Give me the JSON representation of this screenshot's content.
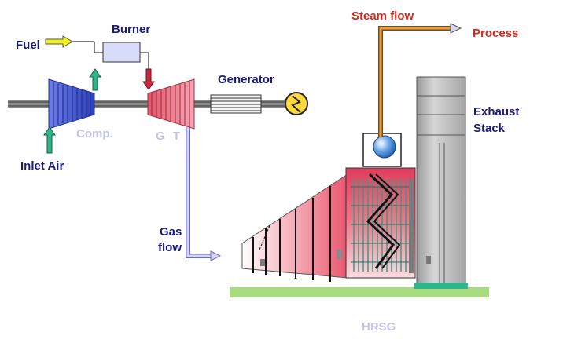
{
  "labels": {
    "fuel": "Fuel",
    "burner": "Burner",
    "inlet_air": "Inlet Air",
    "compressor": "Comp.",
    "gas_turbine": "G T",
    "generator": "Generator",
    "gas_flow_line1": "Gas",
    "gas_flow_line2": "flow",
    "steam_flow": "Steam flow",
    "process": "Process",
    "exhaust_line1": "Exhaust",
    "exhaust_line2": "Stack",
    "hrsg": "HRSG"
  },
  "colors": {
    "navy_text": "#1a1a7a",
    "red_text": "#d42a1e",
    "faded_text": "#c4c4e6",
    "compressor_blue": "#3a4fd0",
    "turbine_red": "#d8465a",
    "steam_orange": "#e8a048",
    "ground_green": "#a8dc80",
    "stack_grey": "#b8b8b8",
    "drum_blue": "#3d8ad8"
  }
}
